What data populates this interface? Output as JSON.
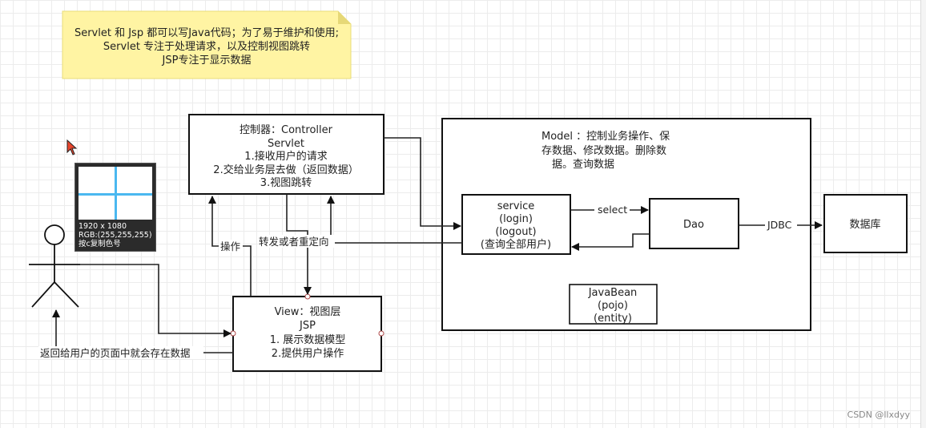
{
  "note": {
    "lines": [
      "Servlet 和 Jsp  都可以写Java代码；为了易于维护和使用;",
      "Servlet 专注于处理请求，以及控制视图跳转",
      "JSP专注于显示数据"
    ]
  },
  "controller": {
    "lines": [
      "控制器：Controller",
      "Servlet",
      "1.接收用户的请求",
      "2.交给业务层去做（返回数据）",
      "3.视图跳转"
    ]
  },
  "model": {
    "lines": [
      "Model ：控制业务操作、保",
      "存数据、修改数据。删除数",
      "据。查询数据"
    ]
  },
  "service": {
    "lines": [
      "service",
      "(login)",
      "(logout)",
      "(查询全部用户)"
    ]
  },
  "dao": {
    "label": "Dao"
  },
  "database": {
    "label": "数据库"
  },
  "javabean": {
    "lines": [
      "JavaBean",
      "(pojo)",
      "(entity)"
    ]
  },
  "view": {
    "lines": [
      "View：视图层",
      "JSP",
      "1. 展示数据模型",
      "2.提供用户操作"
    ]
  },
  "edges": {
    "select": "select",
    "jdbc": "JDBC",
    "operate": "操作",
    "forward": "转发或者重定向",
    "return_to_user": "返回给用户的页面中就会存在数据"
  },
  "ruler": {
    "lines": [
      "1920 x 1080",
      "RGB:(255,255,255)",
      "按c复制色号"
    ]
  },
  "watermark": "CSDN @llxdyy"
}
